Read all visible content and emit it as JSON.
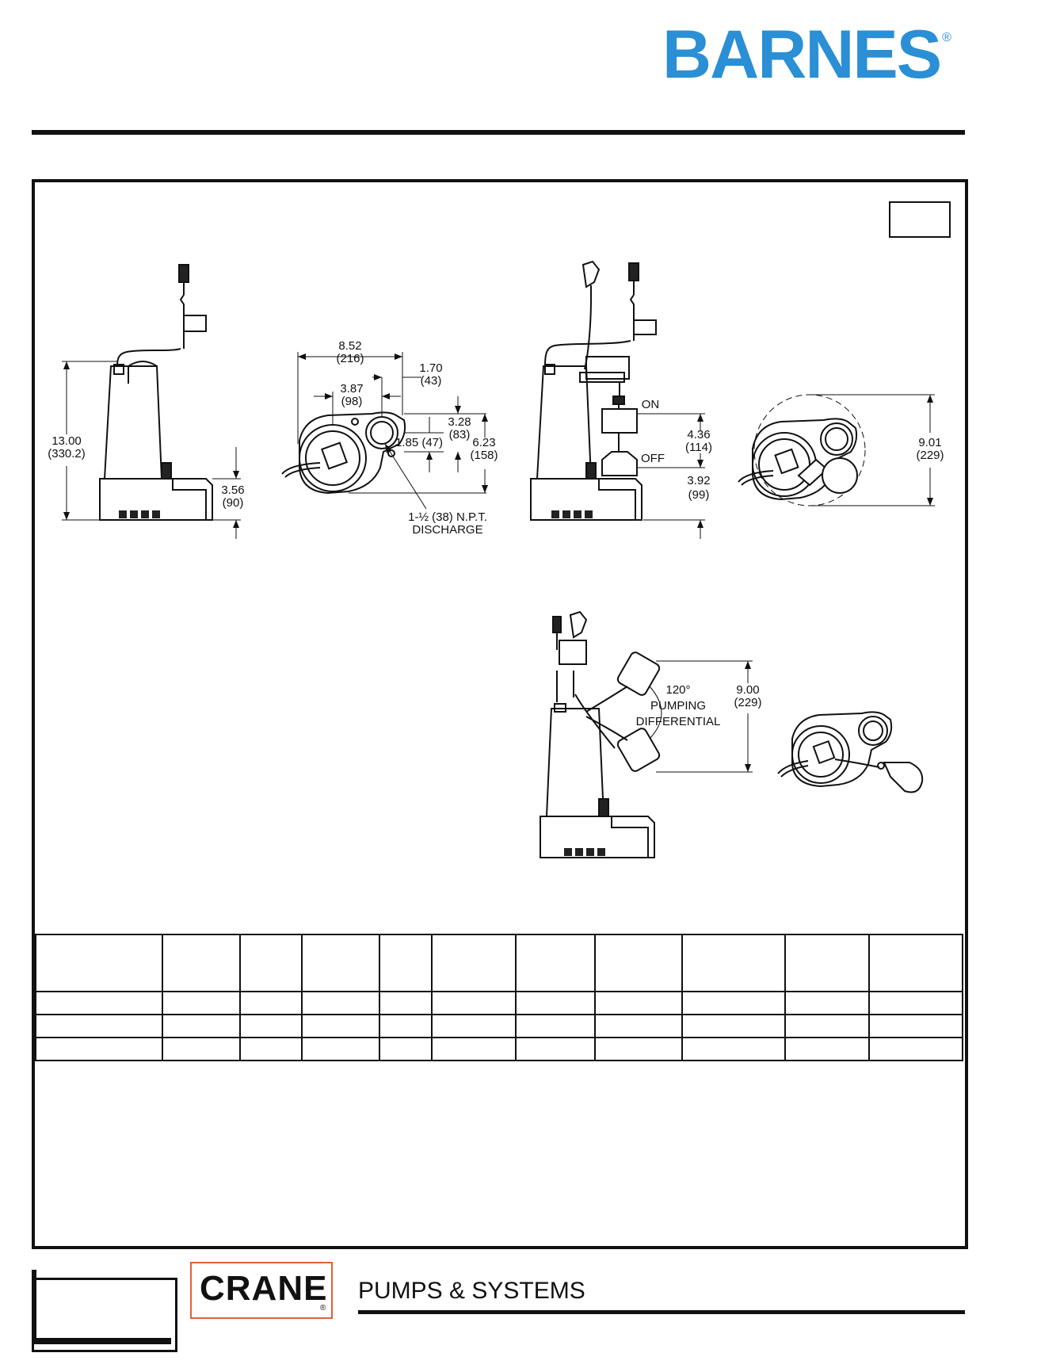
{
  "header": {
    "brand": "BARNES",
    "brand_mark": "®"
  },
  "drawing1": {
    "height": "13.00",
    "height_mm": "(330.2)",
    "base": "3.56",
    "base_mm": "(90)"
  },
  "drawing2": {
    "width": "8.52",
    "width_mm": "(216)",
    "offset": "1.70",
    "offset_mm": "(43)",
    "center": "3.87",
    "center_mm": "(98)",
    "d1": "3.28",
    "d1_mm": "(83)",
    "d2": "1.85 (47)",
    "d3": "6.23",
    "d3_mm": "(158)",
    "discharge_line1": "1-½ (38) N.P.T.",
    "discharge_line2": "DISCHARGE"
  },
  "drawing3": {
    "on": "ON",
    "off": "OFF",
    "d1": "4.36",
    "d1_mm": "(114)",
    "d2": "3.92",
    "d2_mm": "(99)"
  },
  "drawing4": {
    "d": "9.01",
    "d_mm": "(229)"
  },
  "drawing5": {
    "angle": "120°",
    "line2": "PUMPING",
    "line3": "DIFFERENTIAL",
    "d": "9.00",
    "d_mm": "(229)"
  },
  "footer": {
    "logo": "CRANE",
    "logo_mark": "®",
    "tagline": "PUMPS & SYSTEMS"
  }
}
